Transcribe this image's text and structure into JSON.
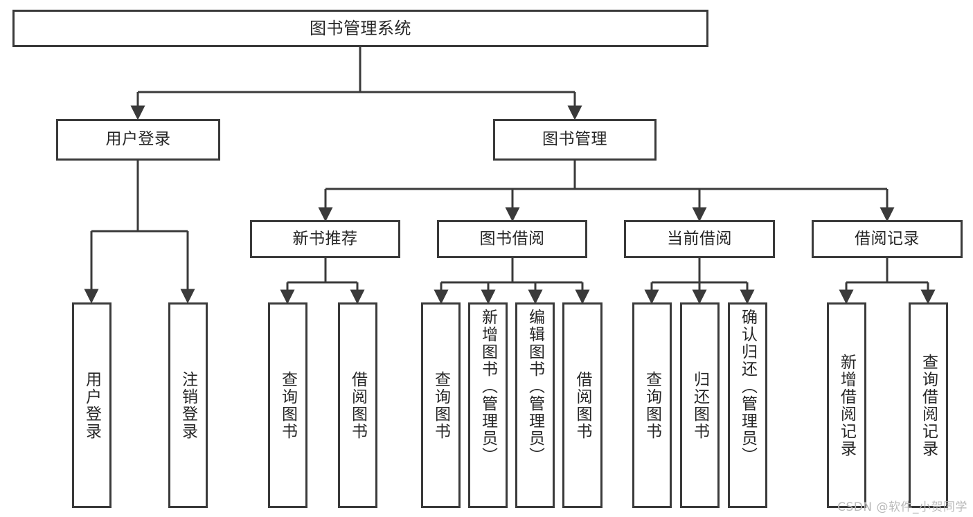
{
  "diagram": {
    "title": "图书管理系统",
    "watermark": "CSDN @软件_小贺同学",
    "line_color": "#3a3a3a",
    "box_border_color": "#3a3a3a",
    "text_color": "#262626",
    "background": "#ffffff",
    "root": {
      "label": "图书管理系统"
    },
    "level2": [
      {
        "label": "用户登录"
      },
      {
        "label": "图书管理"
      }
    ],
    "level3": [
      {
        "label": "新书推荐"
      },
      {
        "label": "图书借阅"
      },
      {
        "label": "当前借阅"
      },
      {
        "label": "借阅记录"
      }
    ],
    "leaves": {
      "user_login": [
        {
          "label": "用户登录"
        },
        {
          "label": "注销登录"
        }
      ],
      "new_book_recommend": [
        {
          "label": "查询图书"
        },
        {
          "label": "借阅图书"
        }
      ],
      "book_borrow": [
        {
          "label": "查询图书"
        },
        {
          "label": "新增图书（管理员）"
        },
        {
          "label": "编辑图书（管理员）"
        },
        {
          "label": "借阅图书"
        }
      ],
      "current_borrow": [
        {
          "label": "查询图书"
        },
        {
          "label": "归还图书"
        },
        {
          "label": "确认归还（管理员）"
        }
      ],
      "borrow_record": [
        {
          "label": "新增借阅记录"
        },
        {
          "label": "查询借阅记录"
        }
      ]
    }
  }
}
